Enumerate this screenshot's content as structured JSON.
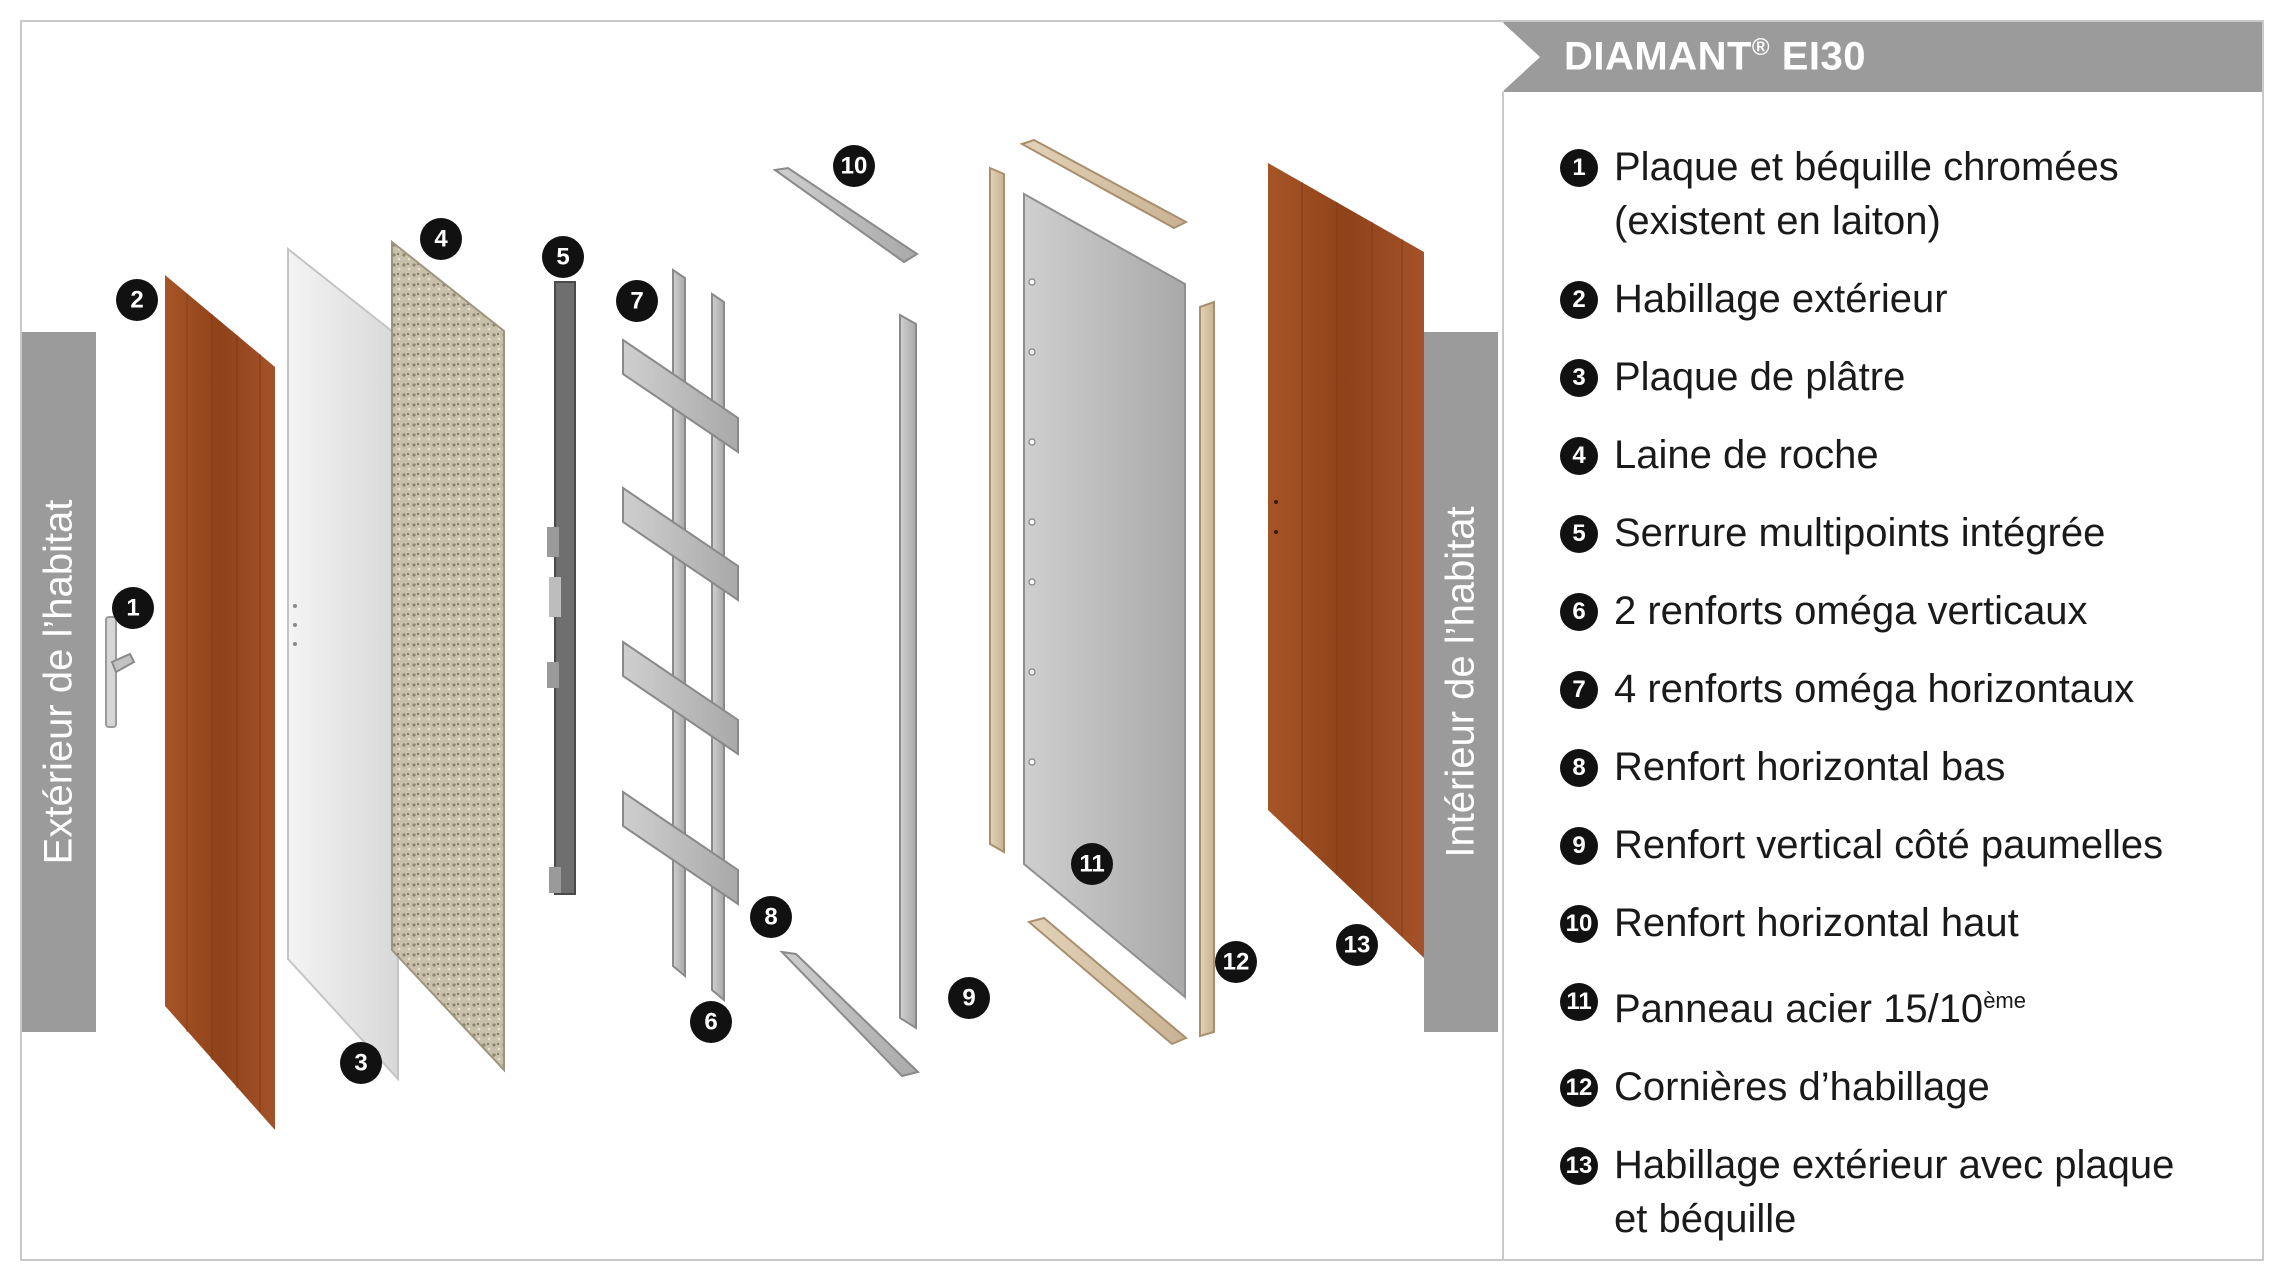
{
  "title": {
    "main": "DIAMANT",
    "mark": "®",
    "suffix": " EI30"
  },
  "side_labels": {
    "left": "Extérieur de l’habitat",
    "right": "Intérieur de l’habitat"
  },
  "legend": [
    {
      "num": "1",
      "lines": [
        "Plaque et béquille chromées",
        "(existent en laiton)"
      ]
    },
    {
      "num": "2",
      "lines": [
        "Habillage extérieur"
      ]
    },
    {
      "num": "3",
      "lines": [
        "Plaque de plâtre"
      ]
    },
    {
      "num": "4",
      "lines": [
        "Laine de roche"
      ]
    },
    {
      "num": "5",
      "lines": [
        "Serrure multipoints intégrée"
      ]
    },
    {
      "num": "6",
      "lines": [
        "2 renforts oméga verticaux"
      ]
    },
    {
      "num": "7",
      "lines": [
        "4 renforts oméga horizontaux"
      ]
    },
    {
      "num": "8",
      "lines": [
        "Renfort horizontal bas"
      ]
    },
    {
      "num": "9",
      "lines": [
        "Renfort vertical côté paumelles"
      ]
    },
    {
      "num": "10",
      "lines": [
        "Renfort horizontal haut"
      ]
    },
    {
      "num": "11",
      "lines": [
        "Panneau acier 15/10"
      ],
      "sup": "ème"
    },
    {
      "num": "12",
      "lines": [
        "Cornières d’habillage"
      ]
    },
    {
      "num": "13",
      "lines": [
        "Habillage extérieur avec plaque",
        "et béquille"
      ]
    }
  ],
  "colors": {
    "wood": "#9c4a1f",
    "plaster": "#e9e9e9",
    "rockwool": "#c9c2ae",
    "steel": "#b5b5b5",
    "trim": "#d9c6ab",
    "label_bg": "#9b9b9b",
    "badge": "#111111"
  }
}
